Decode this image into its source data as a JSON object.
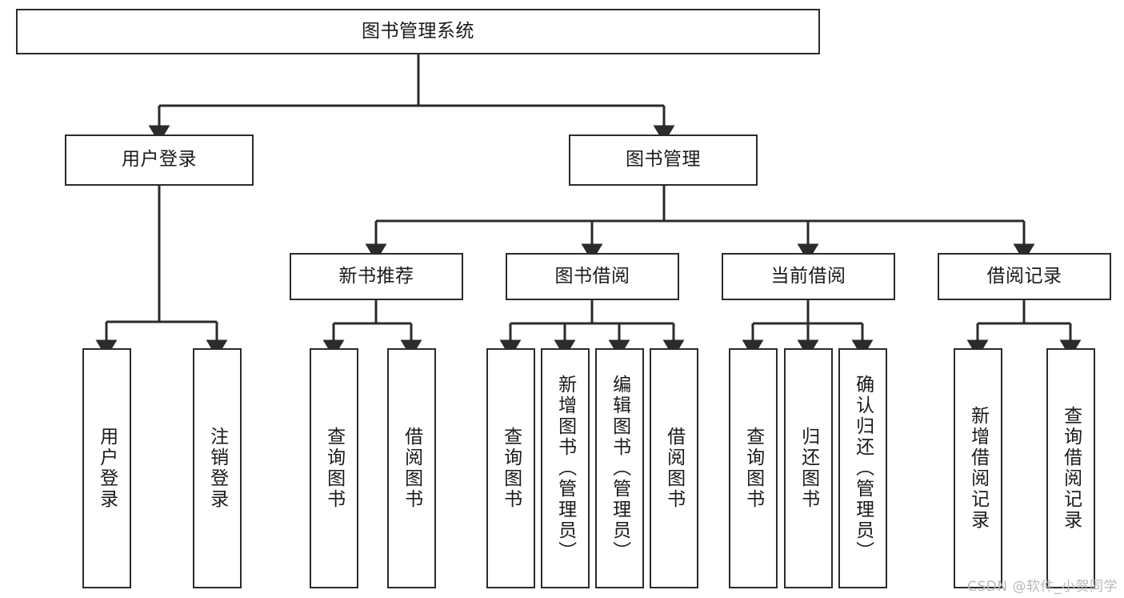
{
  "diagram": {
    "type": "tree",
    "title": "图书管理系统",
    "orientation": "top-down",
    "stroke_color": "#2b2b2b",
    "fill_color": "#ffffff",
    "text_color": "#1a1a1a"
  },
  "watermark": {
    "text": "CSDN @软件_小贺同学",
    "color": "#b8b8b8"
  },
  "nodes": {
    "root": {
      "label": "图书管理系统"
    },
    "level2": [
      {
        "label": "用户登录"
      },
      {
        "label": "图书管理"
      }
    ],
    "level3": [
      {
        "label": "新书推荐"
      },
      {
        "label": "图书借阅"
      },
      {
        "label": "当前借阅"
      },
      {
        "label": "借阅记录"
      }
    ],
    "leaves": {
      "user_login": [
        {
          "label": "用户登录"
        },
        {
          "label": "注销登录"
        }
      ],
      "new_book": [
        {
          "label": "查询图书"
        },
        {
          "label": "借阅图书"
        }
      ],
      "book_borrow": [
        {
          "label": "查询图书"
        },
        {
          "label": "新增图书（管理员）"
        },
        {
          "label": "编辑图书（管理员）"
        },
        {
          "label": "借阅图书"
        }
      ],
      "current_borrow": [
        {
          "label": "查询图书"
        },
        {
          "label": "归还图书"
        },
        {
          "label": "确认归还（管理员）"
        }
      ],
      "borrow_record": [
        {
          "label": "新增借阅记录"
        },
        {
          "label": "查询借阅记录"
        }
      ]
    }
  }
}
